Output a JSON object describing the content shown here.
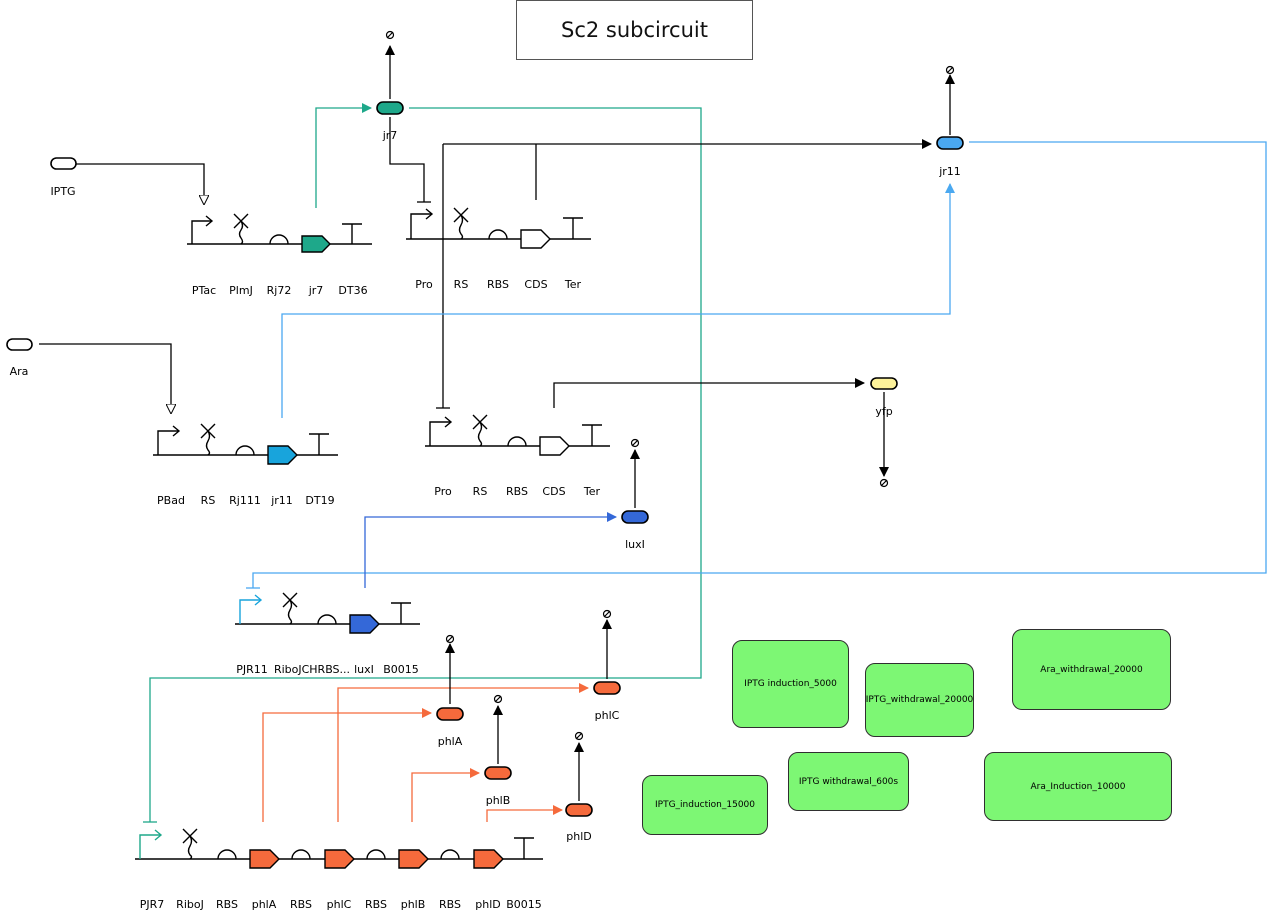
{
  "title": "Sc2 subcircuit",
  "colors": {
    "teal": "#1ea88a",
    "light_blue": "#4aa8f0",
    "cyan_blue": "#18a4dc",
    "blue": "#3468d8",
    "orange": "#f56a3c",
    "yellow": "#fdf29a",
    "green_box": "#7df774",
    "black": "#000000"
  },
  "species": {
    "iptg": "IPTG",
    "ara": "Ara",
    "jr7": "jr7",
    "jr11": "jr11",
    "yfp": "yfp",
    "luxi": "luxI",
    "phla": "phlA",
    "phlb": "phlB",
    "phlc": "phlC",
    "phld": "phlD"
  },
  "devices": {
    "d1": [
      "PTac",
      "PlmJ",
      "Rj72",
      "jr7",
      "DT36"
    ],
    "d2": [
      "Pro",
      "RS",
      "RBS",
      "CDS",
      "Ter"
    ],
    "d3": [
      "PBad",
      "RS",
      "Rj111",
      "jr11",
      "DT19"
    ],
    "d4": [
      "Pro",
      "RS",
      "RBS",
      "CDS",
      "Ter"
    ],
    "d5": [
      "PJR11",
      "RiboJCHRBS...",
      "luxI",
      "B0015"
    ],
    "d6": [
      "PJR7",
      "RiboJ",
      "RBS",
      "phlA",
      "RBS",
      "phlC",
      "RBS",
      "phlB",
      "RBS",
      "phlD",
      "B0015"
    ]
  },
  "events": {
    "iptg_induction_5000": "IPTG induction_5000",
    "iptg_withdrawal_20000": "IPTG_withdrawal_20000",
    "ara_withdrawal_20000": "Ara_withdrawal_20000",
    "iptg_withdrawal_600s": "IPTG withdrawal_600s",
    "iptg_induction_15000": "IPTG_induction_15000",
    "ara_induction_10000": "Ara_Induction_10000"
  }
}
